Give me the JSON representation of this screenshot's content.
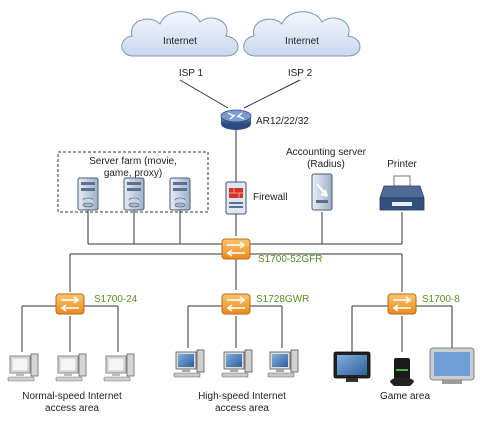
{
  "colors": {
    "line": "#333333",
    "switch_orange": "#f0a040",
    "switch_light": "#fbd8a0",
    "cloud": "#dfe9f7",
    "cloud_stroke": "#7c93b8",
    "router": "#3a5f98",
    "model_green": "#5a8f1f",
    "firewall": "#4a6fa5"
  },
  "clouds": [
    {
      "name": "Internet",
      "isp": "ISP 1"
    },
    {
      "name": "Internet",
      "isp": "ISP 2"
    }
  ],
  "router": {
    "label": "AR12/22/32"
  },
  "firewall": {
    "label": "Firewall"
  },
  "server_farm": {
    "label_line1": "Server farm (movie,",
    "label_line2": "game, proxy)"
  },
  "accounting_server": {
    "label_line1": "Accounting server",
    "label_line2": "(Radius)"
  },
  "printer": {
    "label": "Printer"
  },
  "core_switch": {
    "label": "S1700-52GFR"
  },
  "access_switches": [
    {
      "label": "S1700-24",
      "area_line1": "Normal-speed Internet",
      "area_line2": "access area"
    },
    {
      "label": "S1728GWR",
      "area_line1": "High-speed Internet",
      "area_line2": "access area"
    },
    {
      "label": "S1700-8",
      "area_line1": "Game area",
      "area_line2": ""
    }
  ]
}
